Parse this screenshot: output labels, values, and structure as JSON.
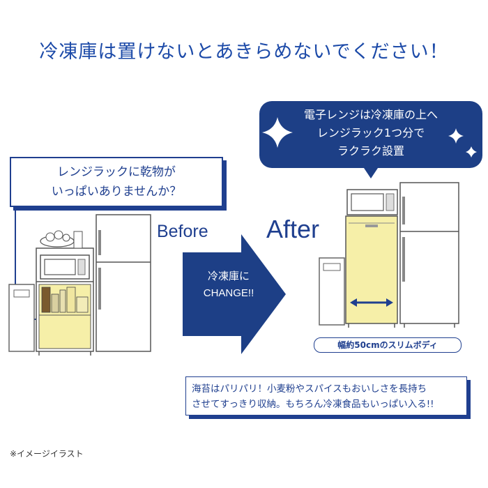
{
  "headline": "冷凍庫は置けないとあきらめないでください！",
  "question": {
    "line1": "レンジラックに乾物が",
    "line2": "いっぱいありませんか？"
  },
  "labels": {
    "before": "Before",
    "after": "After"
  },
  "arrow": {
    "line1": "冷凍庫に",
    "line2": "CHANGE!!"
  },
  "bubble": {
    "line1": "電子レンジは冷凍庫の上へ",
    "line2": "レンジラック1つ分で",
    "line3": "ラクラク設置"
  },
  "badge": "幅約50cmのスリムボディ",
  "note": {
    "line1": "海苔はパリパリ！小麦粉やスパイスもおいしさを長持ち",
    "line2": "させてすっきり収納。もちろん冷凍食品もいっぱい入る!!"
  },
  "footnote": "※イメージイラスト",
  "colors": {
    "navy": "#1d3f86",
    "yellow": "#f6efa8",
    "line": "#5a5a5a"
  }
}
